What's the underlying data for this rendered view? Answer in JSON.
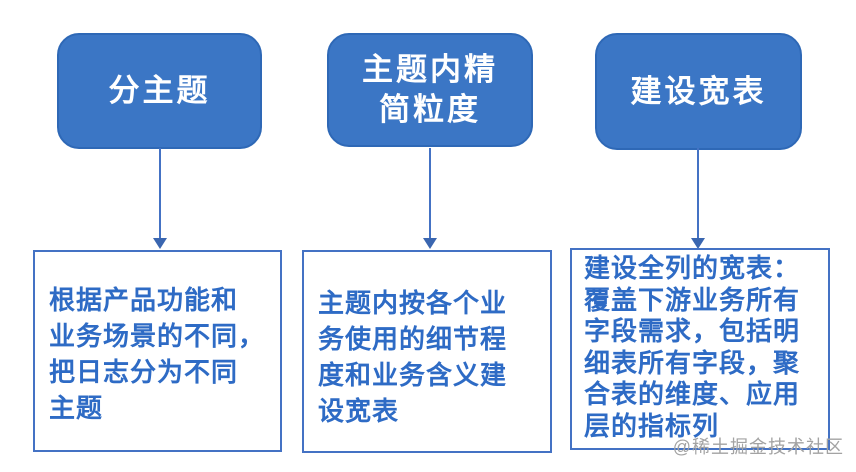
{
  "diagram": {
    "columns": [
      {
        "header_lines": [
          "分主题"
        ],
        "body_lines": [
          "根据产品功能和",
          "业务场景的不同，",
          "把日志分为不同",
          "主题"
        ]
      },
      {
        "header_lines": [
          "主题内精",
          "简粒度"
        ],
        "body_lines": [
          "主题内按各个业",
          "务使用的细节程",
          "度和业务含义建",
          "设宽表"
        ]
      },
      {
        "header_lines": [
          "建设宽表"
        ],
        "body_lines": [
          "建设全列的宽表：",
          "覆盖下游业务所有",
          "字段需求，包括明",
          "细表所有字段，聚",
          "合表的维度、应用",
          "层的指标列"
        ]
      }
    ],
    "watermark": "@稀土掘金技术社区"
  },
  "colors": {
    "page_bg": "#FFFFFF",
    "node_fill": "#3B76C5",
    "node_border": "#2E68B6",
    "node_text": "#FFFFFF",
    "arrow_color": "#4472C4",
    "arrowhead_color": "#3A66B0",
    "box_border": "#4472C4",
    "body_text": "#2E6BC5",
    "watermark_color": "#A3A3A3"
  }
}
